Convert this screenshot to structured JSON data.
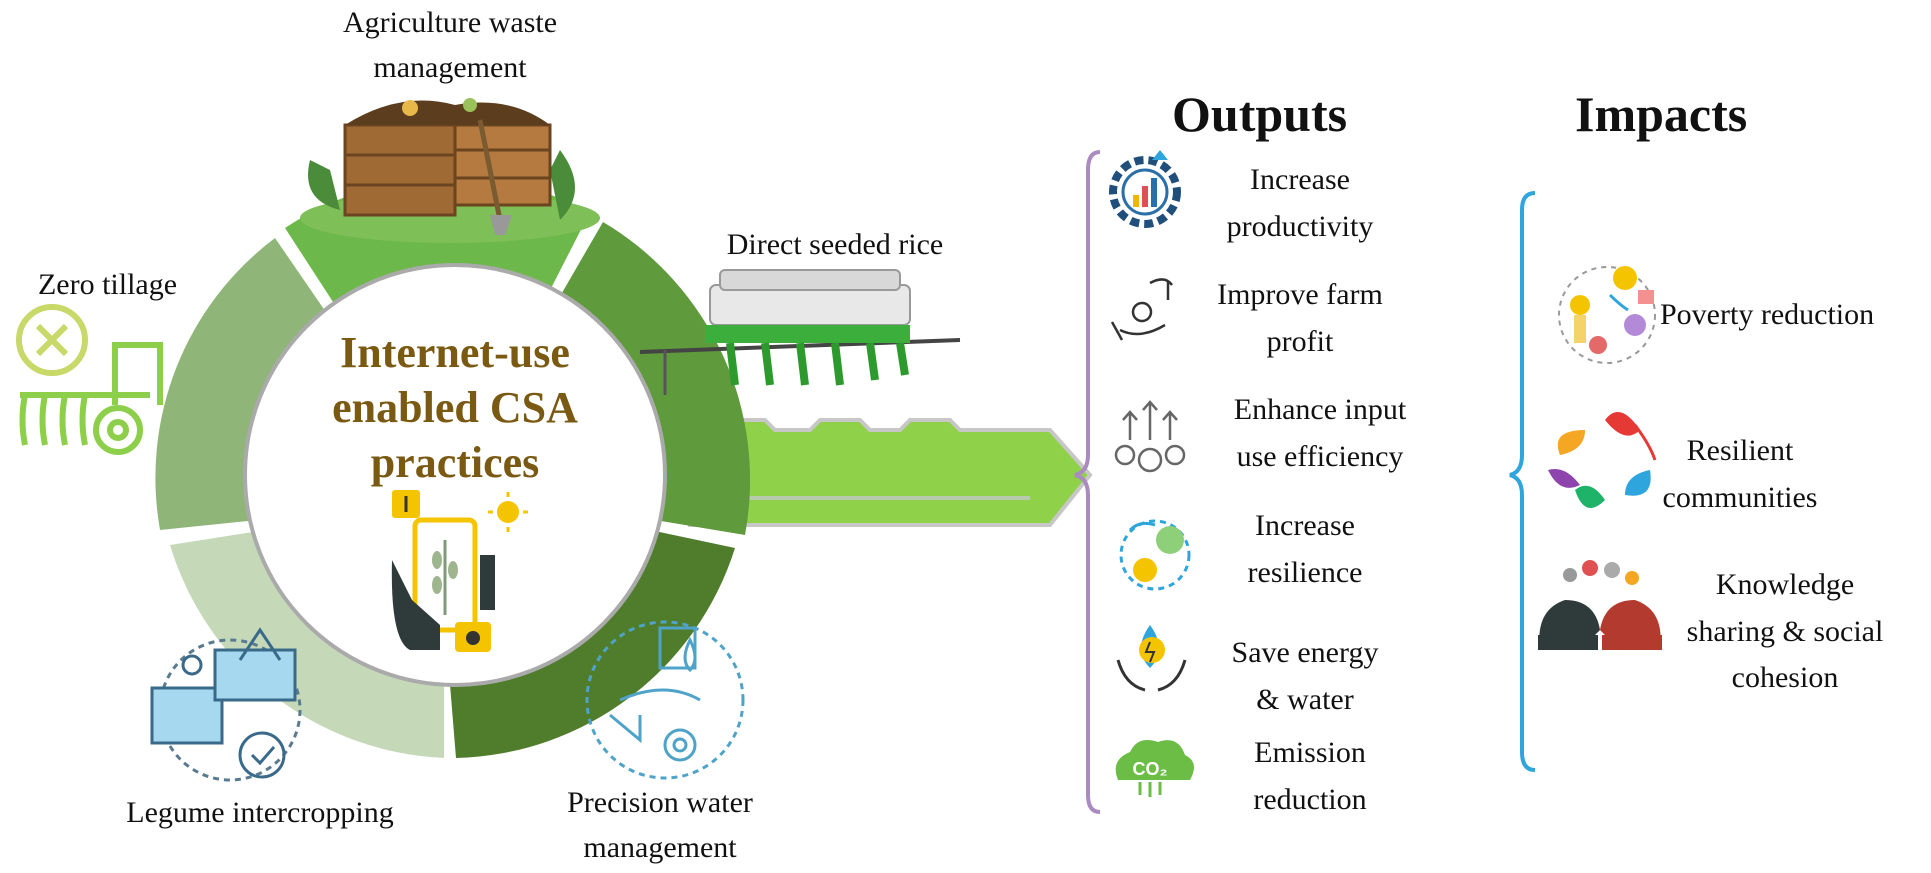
{
  "center": {
    "line1": "Internet-use",
    "line2": "enabled CSA",
    "line3": "practices"
  },
  "practices": {
    "agri_waste_1": "Agriculture waste",
    "agri_waste_2": "management",
    "direct_seeded": "Direct seeded rice",
    "zero_tillage": "Zero tillage",
    "legume": "Legume intercropping",
    "precision_1": "Precision water",
    "precision_2": "management"
  },
  "outputs": {
    "heading": "Outputs",
    "items": [
      {
        "line1": "Increase",
        "line2": "productivity",
        "icon": "productivity-chart-gear-icon"
      },
      {
        "line1": "Improve farm",
        "line2": "profit",
        "icon": "money-hand-icon"
      },
      {
        "line1": "Enhance input",
        "line2": "use efficiency",
        "icon": "efficiency-gears-arrows-icon"
      },
      {
        "line1": "Increase",
        "line2": "resilience",
        "icon": "resilience-cycle-icon"
      },
      {
        "line1": "Save energy",
        "line2": "& water",
        "icon": "energy-water-hands-icon"
      },
      {
        "line1": "Emission",
        "line2": "reduction",
        "icon": "co2-cloud-icon"
      }
    ]
  },
  "impacts": {
    "heading": "Impacts",
    "poverty": "Poverty reduction",
    "resilient_1": "Resilient",
    "resilient_2": "communities",
    "knowledge_1": "Knowledge",
    "knowledge_2": "sharing & social",
    "knowledge_3": "cohesion"
  },
  "colors": {
    "ring_dark": "#4f8a2f",
    "ring_mid": "#5f9a3c",
    "ring_light": "#8fb578",
    "ring_pale": "#c5d9b8",
    "ring_top": "#6db84a",
    "key_green": "#8fd24a",
    "outputs_brace": "#a98bc0",
    "impacts_brace": "#2ea6dd",
    "title_brown": "#7a5a12"
  }
}
